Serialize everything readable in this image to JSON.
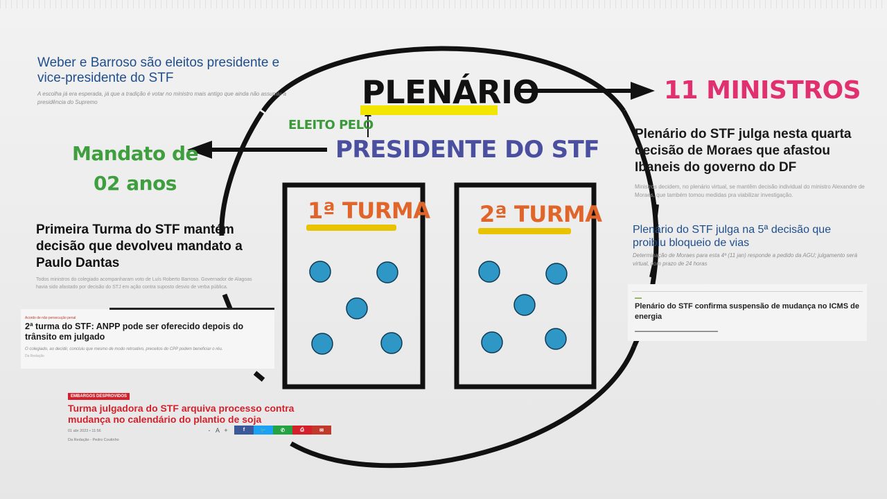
{
  "diagram": {
    "plenario": "PLENÁRIO",
    "ministros": "11 MINISTROS",
    "eleito_pelo": "ELEITO PELO",
    "presidente": "PRESIDENTE DO STF",
    "mandato_line1": "Mandato de",
    "mandato_line2": "02 anos",
    "turma1": "1ª TURMA",
    "turma2": "2ª TURMA",
    "colors": {
      "plenario_highlight": "#f2e600",
      "ministros": "#e0306f",
      "presidente": "#4a4fa0",
      "green": "#3f9f3f",
      "turma": "#e0652a",
      "turma_underline": "#e9c300",
      "dot": "#2e97c6"
    }
  },
  "news": {
    "weber": {
      "headline": "Weber e Barroso são eleitos presidente e vice-presidente do STF",
      "summary": "A escolha já era esperada, já que a tradição é votar no ministro mais antigo que ainda não assumiu a presidência do Supremo"
    },
    "quarta": {
      "headline": "Plenário do STF julga nesta quarta decisão de Moraes que afastou Ibaneis do governo do DF",
      "summary": "Ministros decidem, no plenário virtual, se mantêm decisão individual do ministro Alexandre de Moraes, que também tomou medidas pra viabilizar investigação."
    },
    "quinta": {
      "headline": "Plenário do STF julga na 5ª decisão que proibiu bloqueio de vias",
      "summary": "Determinação de Moraes para esta 4ª (11 jan) responde a pedido da AGU; julgamento será virtual, com prazo de 24 horas"
    },
    "icms": {
      "headline": "Plenário do STF confirma suspensão de mudança no ICMS de energia"
    },
    "primeira": {
      "headline": "Primeira Turma do STF mantém decisão que devolveu mandato a Paulo Dantas",
      "summary": "Todos ministros do colegiado acompanharam voto de Luís Roberto Barroso. Governador de Alagoas havia sido afastado por decisão do STJ em ação contra suposto desvio de verba pública."
    },
    "anpp": {
      "tag": "Acordo de não persecução penal",
      "headline": "2ª turma do STF: ANPP pode ser oferecido depois do trânsito em julgado",
      "summary": "O colegiado, ao decidir, concluiu que mesmo de modo retroativo, preceitos do CPP podem beneficiar o réu.",
      "author": "Da Redação"
    },
    "soja": {
      "tag": "EMBARGOS DESPROVIDOS",
      "headline": "Turma julgadora do STF arquiva processo contra mudança no calendário do plantio de soja",
      "date": "01 abr 2023 • 11:56",
      "author": "Da Redação - Pedro Coutinho",
      "font_minus": "-",
      "font_a": "A",
      "font_plus": "+",
      "share_colors": [
        "#3b5998",
        "#1da1f2",
        "#25a244",
        "#d3202a",
        "#c0392b"
      ],
      "share_icons": [
        "f",
        "t",
        "w",
        "print",
        "mail"
      ]
    }
  }
}
